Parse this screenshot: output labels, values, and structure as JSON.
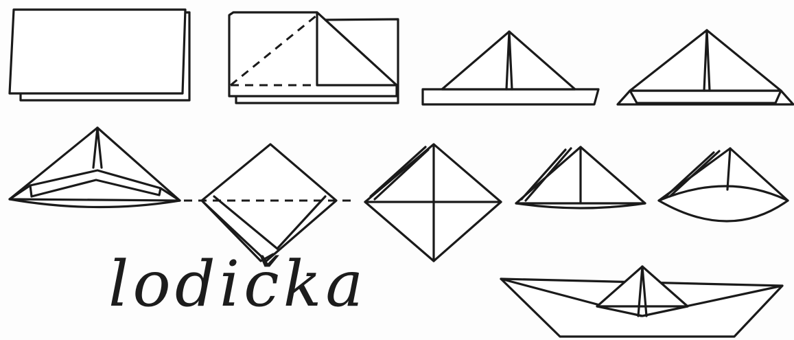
{
  "word": "lodička",
  "steps": [
    {
      "name": "folded-sheet"
    },
    {
      "name": "corner-fold"
    },
    {
      "name": "triangle-with-brim"
    },
    {
      "name": "brim-tucked"
    },
    {
      "name": "hat-opened"
    },
    {
      "name": "diamond-folded"
    },
    {
      "name": "diamond-square"
    },
    {
      "name": "small-triangle"
    },
    {
      "name": "triangle-opened"
    }
  ],
  "result": {
    "name": "paper-boat"
  },
  "colors": {
    "ink": "#1a1a1a",
    "paper": "#ffffff"
  }
}
